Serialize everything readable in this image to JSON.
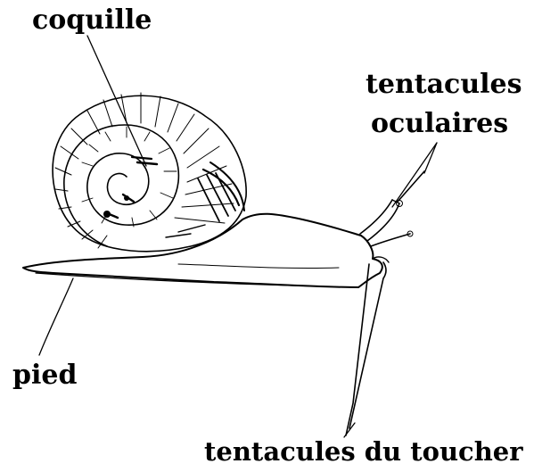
{
  "labels": {
    "shell": "coquille",
    "eye_tentacles_line1": "tentacules",
    "eye_tentacles_line2": "oculaires",
    "foot": "pied",
    "touch_tentacles": "tentacules du toucher"
  },
  "colors": {
    "ink": "#000000",
    "background": "#ffffff"
  }
}
